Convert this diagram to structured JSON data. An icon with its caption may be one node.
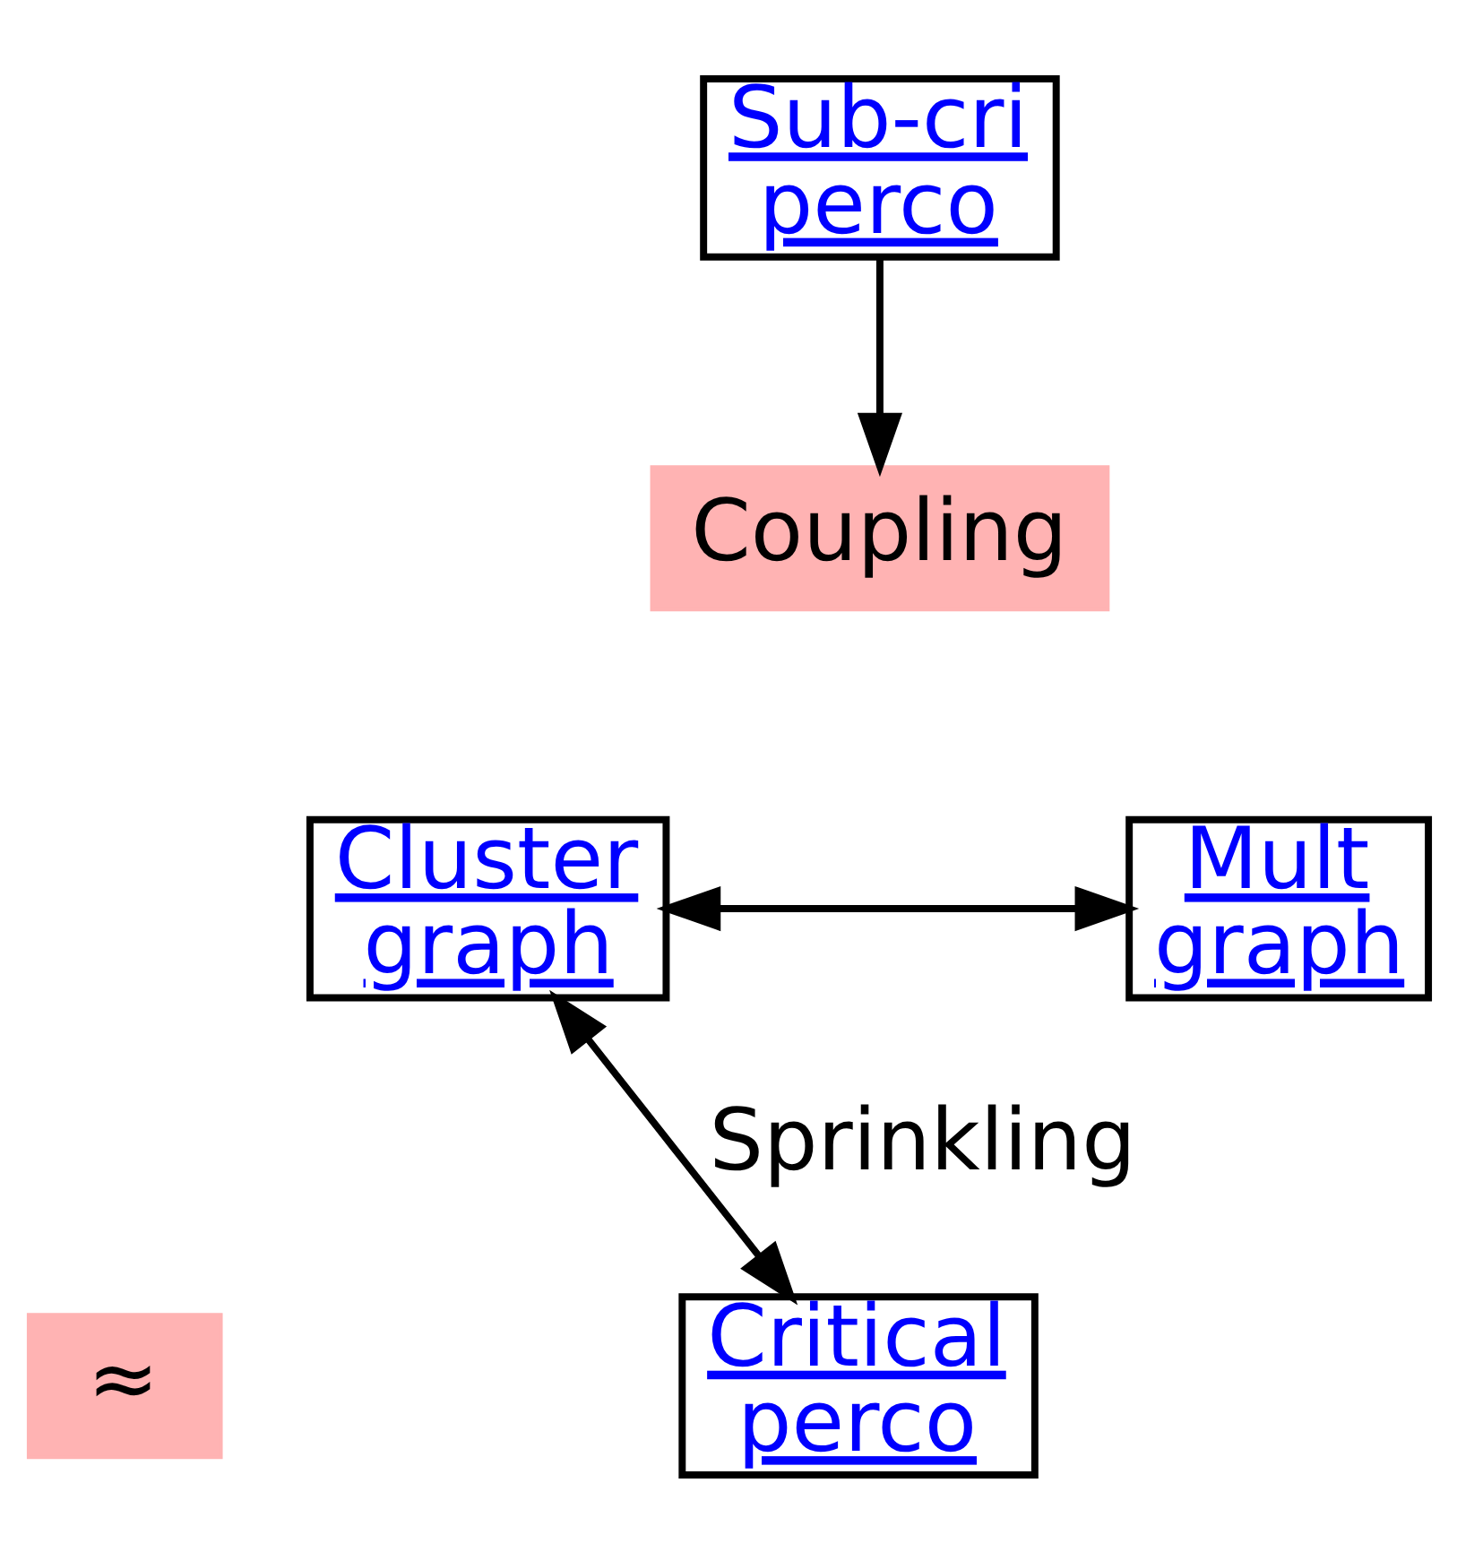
{
  "diagram": {
    "nodes": [
      {
        "text": [
          "Sub-cri perco"
        ]
      },
      {
        "text": [
          "Coupling"
        ]
      },
      {
        "text": [
          "Cluster graph"
        ]
      },
      {
        "text": [
          "Mult graph"
        ]
      },
      {
        "text": [
          "≈"
        ]
      },
      {
        "text": [
          "Critical perco"
        ]
      }
    ],
    "edges": [
      {
        "from": 0,
        "to": 1,
        "arrow": "to"
      },
      {
        "from": 2,
        "to": 3,
        "arrow": "both"
      },
      {
        "from": 2,
        "to": 5,
        "arrow": "both",
        "label": "Sprinkling"
      }
    ]
  }
}
